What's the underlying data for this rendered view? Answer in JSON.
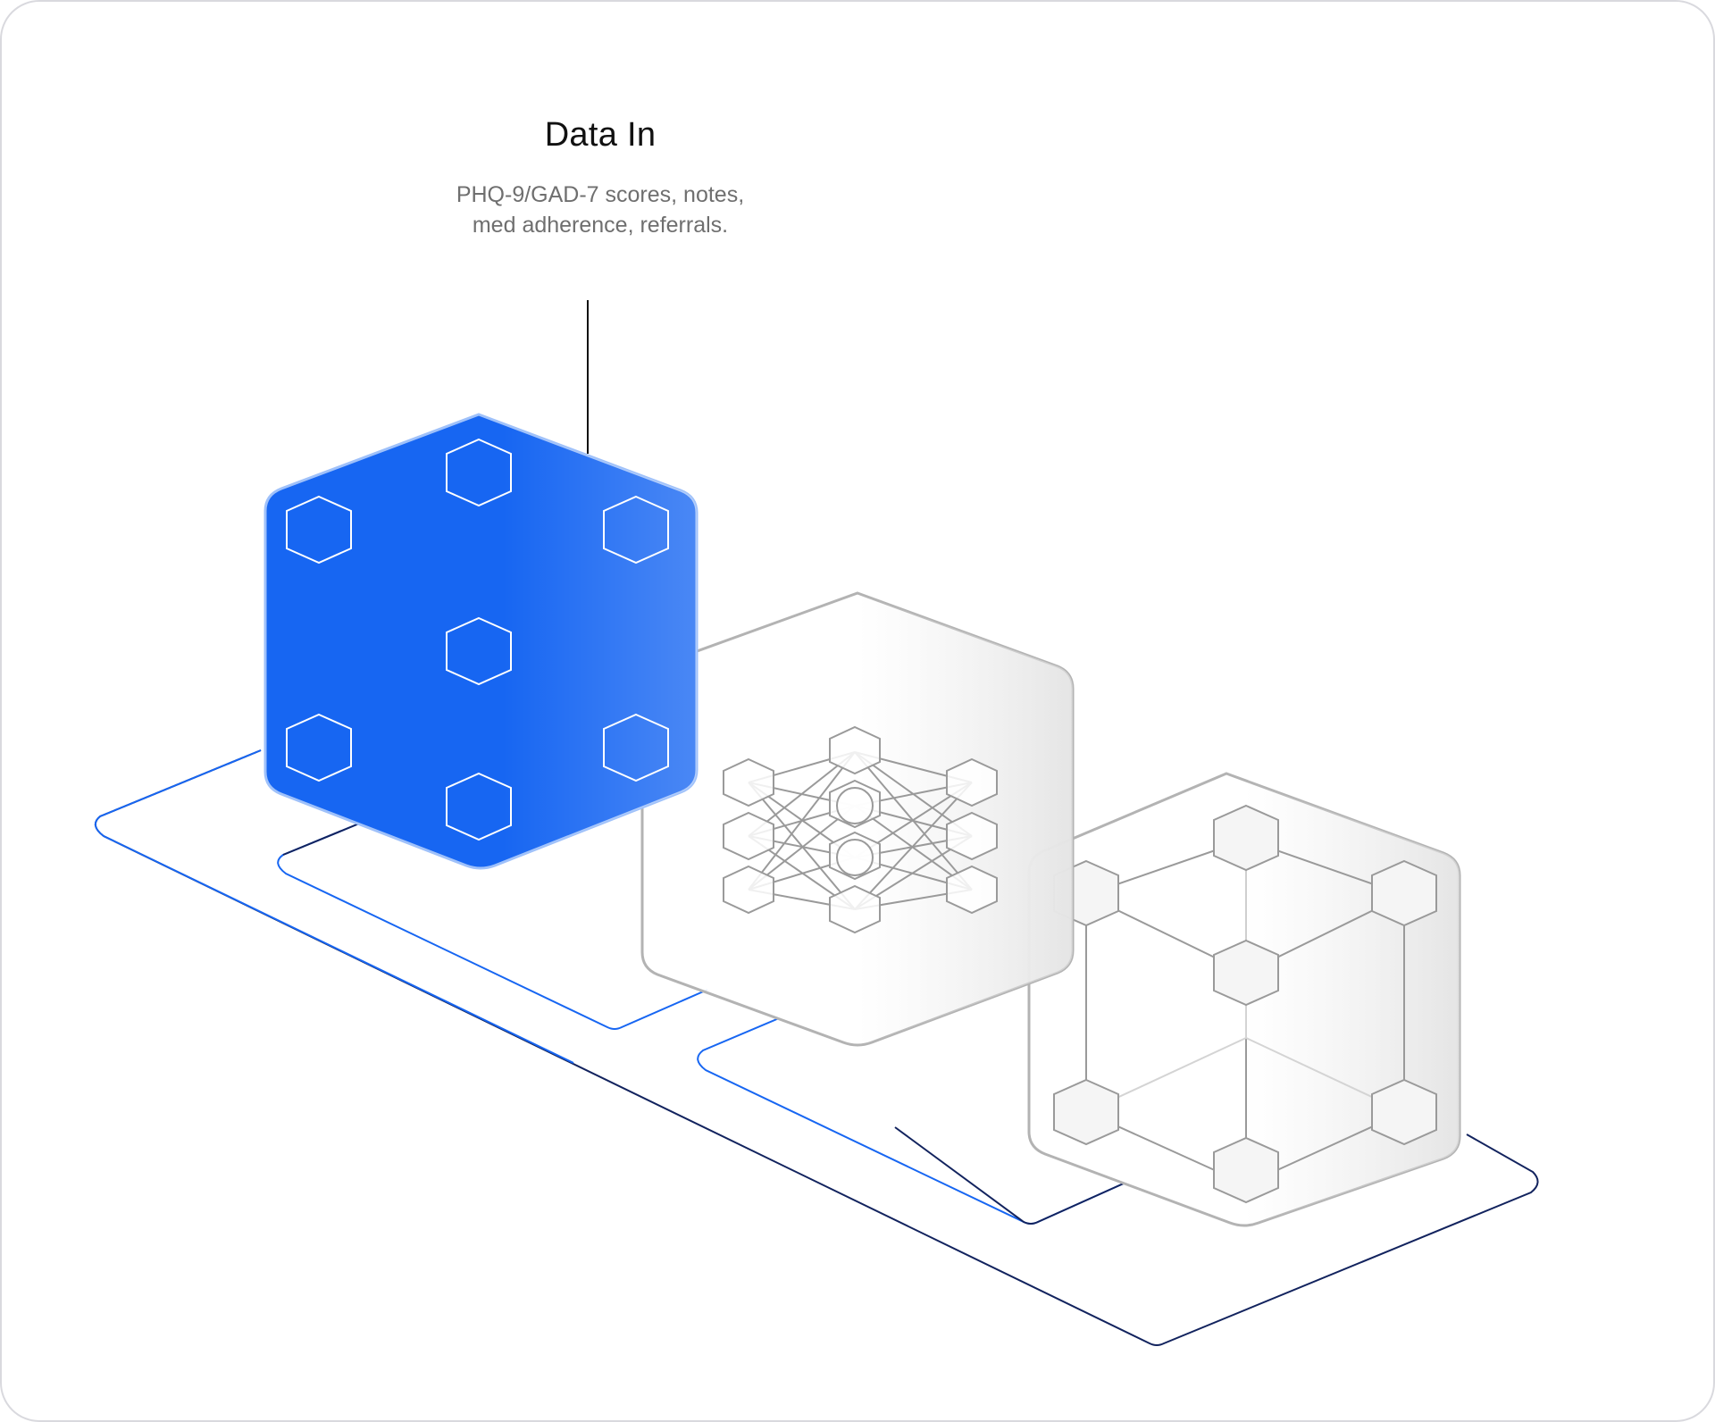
{
  "header": {
    "title": "Data In",
    "subtitle_lines": [
      "PHQ-9/GAD-7 scores, notes,",
      "med adherence, referrals."
    ]
  },
  "icons": {
    "data_in_block": "hexagon-cluster-icon",
    "processing_block": "neural-network-icon",
    "output_block": "cube-network-icon"
  },
  "colors": {
    "accent_blue": "#1766F2",
    "dark_navy": "#12235E",
    "glass_stroke": "#B3B3B3",
    "inner_stroke": "#9A9A9A"
  }
}
